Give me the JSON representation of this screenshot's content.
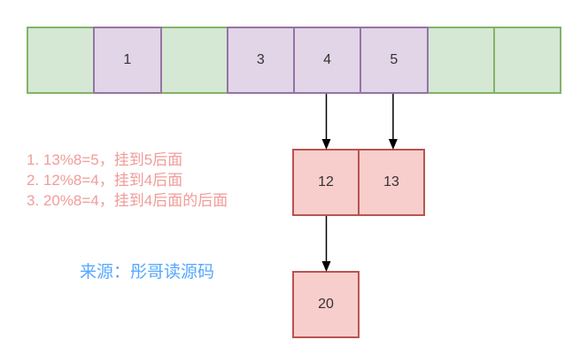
{
  "diagram": {
    "array_cells": [
      {
        "label": "",
        "type": "empty"
      },
      {
        "label": "1",
        "type": "occupied"
      },
      {
        "label": "",
        "type": "empty"
      },
      {
        "label": "3",
        "type": "occupied"
      },
      {
        "label": "4",
        "type": "occupied"
      },
      {
        "label": "5",
        "type": "occupied"
      },
      {
        "label": "",
        "type": "empty"
      },
      {
        "label": "",
        "type": "empty"
      }
    ],
    "chain_nodes": [
      {
        "label": "12",
        "attached_to": "cell-4"
      },
      {
        "label": "13",
        "attached_to": "cell-5"
      },
      {
        "label": "20",
        "attached_to": "node-12"
      }
    ],
    "arrows": [
      {
        "from": "cell-4",
        "to": "node-12"
      },
      {
        "from": "cell-5",
        "to": "node-13"
      },
      {
        "from": "node-12",
        "to": "node-20"
      }
    ],
    "annotations": [
      "1. 13%8=5，挂到5后面",
      "2. 12%8=4，挂到4后面",
      "3. 20%8=4，挂到4后面的后面"
    ],
    "source_label": "来源：彤哥读源码",
    "colors": {
      "empty_cell_fill": "#d5e8d4",
      "empty_cell_border": "#82b366",
      "occupied_cell_fill": "#e1d5e7",
      "occupied_cell_border": "#9673a6",
      "node_fill": "#f8cecc",
      "node_border": "#b85450",
      "annotation_text": "#f09c99",
      "source_text": "#55a8ff",
      "arrow": "#000000",
      "cell_text": "#333333"
    }
  }
}
